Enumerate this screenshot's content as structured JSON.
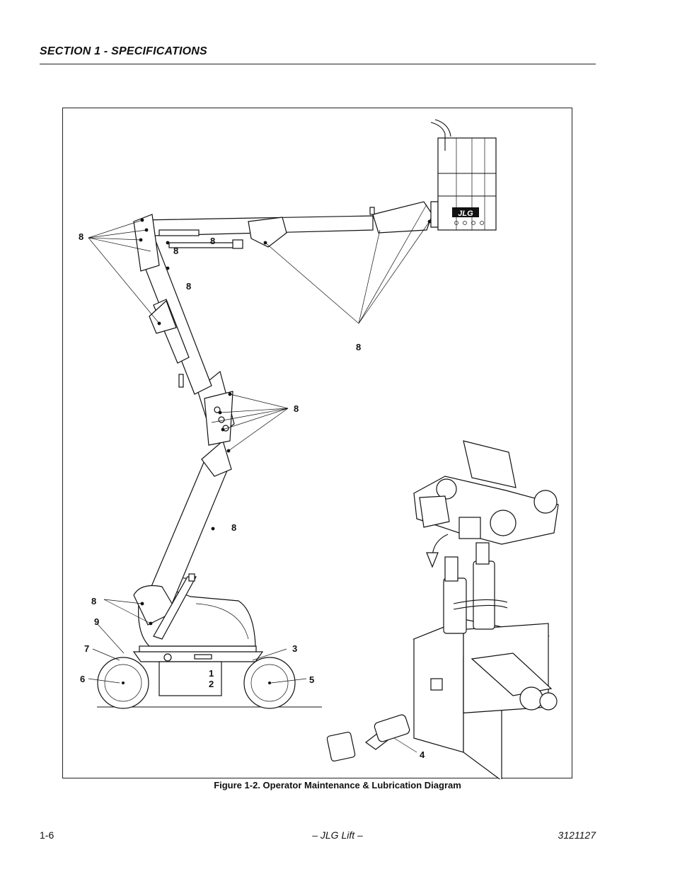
{
  "header": {
    "section": "SECTION 1 - SPECIFICATIONS"
  },
  "figure": {
    "caption": "Figure 1-2. Operator Maintenance & Lubrication Diagram",
    "brand_mark": "JLG",
    "callouts": [
      "8",
      "8",
      "8",
      "8",
      "8",
      "8",
      "8",
      "8",
      "8",
      "9",
      "7",
      "6",
      "1",
      "2",
      "3",
      "5",
      "4"
    ]
  },
  "footer": {
    "page_number": "1-6",
    "center": "– JLG Lift –",
    "doc_number": "3121127"
  }
}
